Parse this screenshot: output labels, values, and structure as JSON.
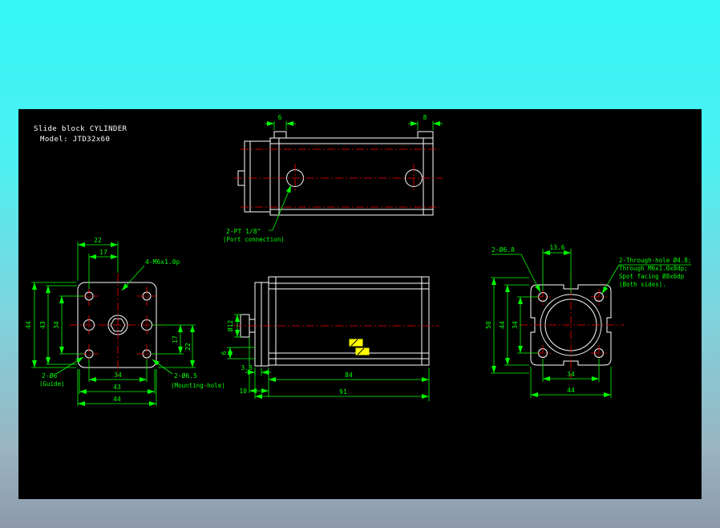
{
  "title": {
    "product": "Slide block  CYLINDER",
    "model": "Model:  JTD32x60"
  },
  "colors": {
    "canvas": "#000000",
    "outline": "#ffffff",
    "dimension": "#00ff00",
    "centerline": "#ff0000",
    "accent": "#ffff00"
  },
  "top_view": {
    "dim_left_tab": "6",
    "dim_right_tab": "8",
    "port_label": "2-PT 1/8\"",
    "port_note": "(Port connection)"
  },
  "front_view": {
    "dim_top_22": "22",
    "dim_top_17": "17",
    "tap_label": "4-M6x1.0p",
    "dim_left_44": "44",
    "dim_left_43": "43",
    "dim_left_34": "34",
    "dim_bottom_34": "34",
    "dim_bottom_43": "43",
    "dim_bottom_44": "44",
    "dim_right_17": "17",
    "dim_right_22": "22",
    "guide_label": "2-Ø6",
    "guide_note": "(Guide)",
    "mount_label": "2-Ø6.5",
    "mount_note": "(Mounting-hole)"
  },
  "side_view": {
    "dim_rod": "Ø12",
    "dim_6": "6",
    "dim_3_3": "3.3",
    "dim_84": "84",
    "dim_10": "10",
    "dim_91": "91"
  },
  "end_view": {
    "hole_label": "2-Ø6.8",
    "dim_13_6": "13.6",
    "dim_left_50": "50",
    "dim_left_44": "44",
    "dim_left_34": "34",
    "dim_bottom_34": "34",
    "dim_bottom_44": "44",
    "note_line1": "2-Through-hole Ø4.8;",
    "note_line2": "Through M6x1.0x8dp;",
    "note_line3": "Spot facing Ø8x6dp",
    "note_line4": "(Both sides)."
  }
}
